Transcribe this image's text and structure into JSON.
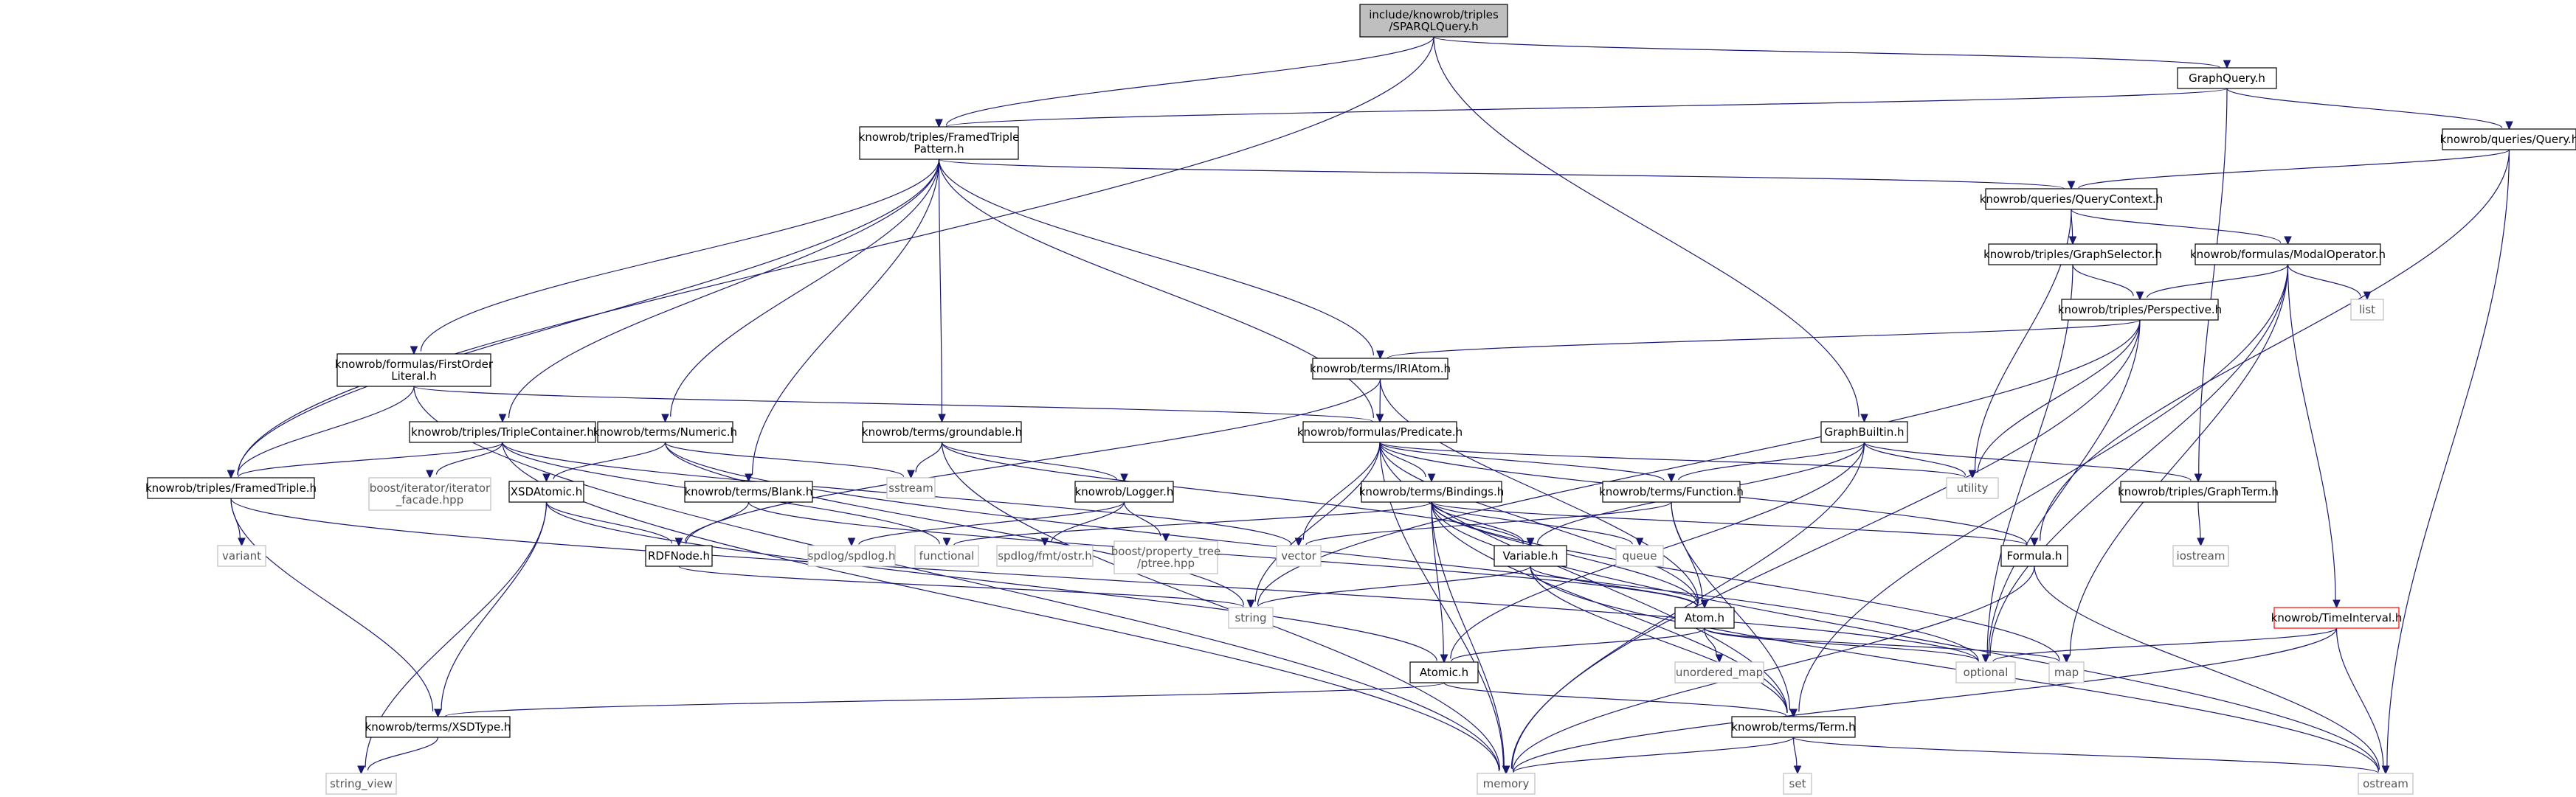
{
  "colors": {
    "edge": "#191970",
    "node_border": "#000000",
    "external_border": "#bfbfbf",
    "root_fill": "#bfbfbf",
    "alert_border": "#ff0000",
    "text": "#000000",
    "external_text": "#555555"
  },
  "nodes": [
    {
      "id": "root",
      "lines": [
        "include/knowrob/triples",
        "/SPARQLQuery.h"
      ],
      "kind": "root"
    },
    {
      "id": "graphquery",
      "lines": [
        "GraphQuery.h"
      ],
      "kind": "doc"
    },
    {
      "id": "framedtriplepattern",
      "lines": [
        "knowrob/triples/FramedTriple",
        "Pattern.h"
      ],
      "kind": "doc"
    },
    {
      "id": "query",
      "lines": [
        "knowrob/queries/Query.h"
      ],
      "kind": "doc"
    },
    {
      "id": "querycontext",
      "lines": [
        "knowrob/queries/QueryContext.h"
      ],
      "kind": "doc"
    },
    {
      "id": "graphselector",
      "lines": [
        "knowrob/triples/GraphSelector.h"
      ],
      "kind": "doc"
    },
    {
      "id": "modaloperator",
      "lines": [
        "knowrob/formulas/ModalOperator.h"
      ],
      "kind": "doc"
    },
    {
      "id": "list",
      "lines": [
        "list"
      ],
      "kind": "external"
    },
    {
      "id": "perspective",
      "lines": [
        "knowrob/triples/Perspective.h"
      ],
      "kind": "doc"
    },
    {
      "id": "iriatom",
      "lines": [
        "knowrob/terms/IRIAtom.h"
      ],
      "kind": "doc"
    },
    {
      "id": "firstorderliteral",
      "lines": [
        "knowrob/formulas/FirstOrder",
        "Literal.h"
      ],
      "kind": "doc"
    },
    {
      "id": "triplecontainer",
      "lines": [
        "knowrob/triples/TripleContainer.h"
      ],
      "kind": "doc"
    },
    {
      "id": "numeric",
      "lines": [
        "knowrob/terms/Numeric.h"
      ],
      "kind": "doc"
    },
    {
      "id": "groundable",
      "lines": [
        "knowrob/terms/groundable.h"
      ],
      "kind": "doc"
    },
    {
      "id": "predicate",
      "lines": [
        "knowrob/formulas/Predicate.h"
      ],
      "kind": "doc"
    },
    {
      "id": "graphbuiltin",
      "lines": [
        "GraphBuiltin.h"
      ],
      "kind": "doc"
    },
    {
      "id": "framedtriple",
      "lines": [
        "knowrob/triples/FramedTriple.h"
      ],
      "kind": "doc"
    },
    {
      "id": "iterfacade",
      "lines": [
        "boost/iterator/iterator",
        "_facade.hpp"
      ],
      "kind": "external"
    },
    {
      "id": "xsdatomic",
      "lines": [
        "XSDAtomic.h"
      ],
      "kind": "doc"
    },
    {
      "id": "blank",
      "lines": [
        "knowrob/terms/Blank.h"
      ],
      "kind": "doc"
    },
    {
      "id": "sstream",
      "lines": [
        "sstream"
      ],
      "kind": "external"
    },
    {
      "id": "logger",
      "lines": [
        "knowrob/Logger.h"
      ],
      "kind": "doc"
    },
    {
      "id": "bindings",
      "lines": [
        "knowrob/terms/Bindings.h"
      ],
      "kind": "doc"
    },
    {
      "id": "function",
      "lines": [
        "knowrob/terms/Function.h"
      ],
      "kind": "doc"
    },
    {
      "id": "utility",
      "lines": [
        "utility"
      ],
      "kind": "external"
    },
    {
      "id": "graphterm",
      "lines": [
        "knowrob/triples/GraphTerm.h"
      ],
      "kind": "doc"
    },
    {
      "id": "variant",
      "lines": [
        "variant"
      ],
      "kind": "external"
    },
    {
      "id": "rdfnode",
      "lines": [
        "RDFNode.h"
      ],
      "kind": "doc"
    },
    {
      "id": "functional",
      "lines": [
        "functional"
      ],
      "kind": "external"
    },
    {
      "id": "spdlog",
      "lines": [
        "spdlog/spdlog.h"
      ],
      "kind": "external"
    },
    {
      "id": "fmtostr",
      "lines": [
        "spdlog/fmt/ostr.h"
      ],
      "kind": "external"
    },
    {
      "id": "ptree",
      "lines": [
        "boost/property_tree",
        "/ptree.hpp"
      ],
      "kind": "external"
    },
    {
      "id": "vector",
      "lines": [
        "vector"
      ],
      "kind": "external"
    },
    {
      "id": "variable",
      "lines": [
        "Variable.h"
      ],
      "kind": "doc"
    },
    {
      "id": "queue",
      "lines": [
        "queue"
      ],
      "kind": "external"
    },
    {
      "id": "formula",
      "lines": [
        "Formula.h"
      ],
      "kind": "doc"
    },
    {
      "id": "iostream",
      "lines": [
        "iostream"
      ],
      "kind": "external"
    },
    {
      "id": "string",
      "lines": [
        "string"
      ],
      "kind": "external"
    },
    {
      "id": "atom",
      "lines": [
        "Atom.h"
      ],
      "kind": "doc"
    },
    {
      "id": "timeinterval",
      "lines": [
        "knowrob/TimeInterval.h"
      ],
      "kind": "alert"
    },
    {
      "id": "unorderedmap",
      "lines": [
        "unordered_map"
      ],
      "kind": "external"
    },
    {
      "id": "optional",
      "lines": [
        "optional"
      ],
      "kind": "external"
    },
    {
      "id": "map",
      "lines": [
        "map"
      ],
      "kind": "external"
    },
    {
      "id": "atomic",
      "lines": [
        "Atomic.h"
      ],
      "kind": "doc"
    },
    {
      "id": "xsdtype",
      "lines": [
        "knowrob/terms/XSDType.h"
      ],
      "kind": "doc"
    },
    {
      "id": "term",
      "lines": [
        "knowrob/terms/Term.h"
      ],
      "kind": "doc"
    },
    {
      "id": "stringview",
      "lines": [
        "string_view"
      ],
      "kind": "external"
    },
    {
      "id": "memory",
      "lines": [
        "memory"
      ],
      "kind": "external"
    },
    {
      "id": "set",
      "lines": [
        "set"
      ],
      "kind": "external"
    },
    {
      "id": "ostream",
      "lines": [
        "ostream"
      ],
      "kind": "external"
    }
  ],
  "edges": [
    [
      "root",
      "graphquery"
    ],
    [
      "root",
      "framedtriplepattern"
    ],
    [
      "root",
      "framedtriple"
    ],
    [
      "root",
      "graphbuiltin"
    ],
    [
      "graphquery",
      "framedtriplepattern"
    ],
    [
      "graphquery",
      "query"
    ],
    [
      "graphquery",
      "graphterm"
    ],
    [
      "query",
      "querycontext"
    ],
    [
      "query",
      "formula"
    ],
    [
      "query",
      "ostream"
    ],
    [
      "framedtriplepattern",
      "querycontext"
    ],
    [
      "framedtriplepattern",
      "iriatom"
    ],
    [
      "framedtriplepattern",
      "predicate"
    ],
    [
      "framedtriplepattern",
      "firstorderliteral"
    ],
    [
      "framedtriplepattern",
      "triplecontainer"
    ],
    [
      "framedtriplepattern",
      "numeric"
    ],
    [
      "framedtriplepattern",
      "blank"
    ],
    [
      "framedtriplepattern",
      "groundable"
    ],
    [
      "framedtriplepattern",
      "framedtriple"
    ],
    [
      "querycontext",
      "graphselector"
    ],
    [
      "querycontext",
      "modaloperator"
    ],
    [
      "querycontext",
      "utility"
    ],
    [
      "graphselector",
      "perspective"
    ],
    [
      "graphselector",
      "optional"
    ],
    [
      "modaloperator",
      "perspective"
    ],
    [
      "modaloperator",
      "list"
    ],
    [
      "modaloperator",
      "timeinterval"
    ],
    [
      "modaloperator",
      "optional"
    ],
    [
      "modaloperator",
      "map"
    ],
    [
      "modaloperator",
      "term"
    ],
    [
      "perspective",
      "iriatom"
    ],
    [
      "perspective",
      "utility"
    ],
    [
      "perspective",
      "string"
    ],
    [
      "perspective",
      "memory"
    ],
    [
      "perspective",
      "optional"
    ],
    [
      "iriatom",
      "predicate"
    ],
    [
      "iriatom",
      "atom"
    ],
    [
      "iriatom",
      "rdfnode"
    ],
    [
      "firstorderliteral",
      "predicate"
    ],
    [
      "firstorderliteral",
      "framedtriple"
    ],
    [
      "firstorderliteral",
      "memory"
    ],
    [
      "triplecontainer",
      "framedtriple"
    ],
    [
      "triplecontainer",
      "iterfacade"
    ],
    [
      "triplecontainer",
      "functional"
    ],
    [
      "triplecontainer",
      "memory"
    ],
    [
      "triplecontainer",
      "vector"
    ],
    [
      "numeric",
      "xsdatomic"
    ],
    [
      "numeric",
      "sstream"
    ],
    [
      "numeric",
      "string"
    ],
    [
      "numeric",
      "optional"
    ],
    [
      "groundable",
      "sstream"
    ],
    [
      "groundable",
      "logger"
    ],
    [
      "groundable",
      "variable"
    ],
    [
      "groundable",
      "memory"
    ],
    [
      "predicate",
      "bindings"
    ],
    [
      "predicate",
      "function"
    ],
    [
      "predicate",
      "formula"
    ],
    [
      "predicate",
      "atom"
    ],
    [
      "predicate",
      "term"
    ],
    [
      "predicate",
      "vector"
    ],
    [
      "predicate",
      "string"
    ],
    [
      "predicate",
      "memory"
    ],
    [
      "predicate",
      "utility"
    ],
    [
      "graphbuiltin",
      "function"
    ],
    [
      "graphbuiltin",
      "variable"
    ],
    [
      "graphbuiltin",
      "graphterm"
    ],
    [
      "graphbuiltin",
      "utility"
    ],
    [
      "graphbuiltin",
      "atomic"
    ],
    [
      "graphbuiltin",
      "memory"
    ],
    [
      "framedtriple",
      "variant"
    ],
    [
      "framedtriple",
      "xsdtype"
    ],
    [
      "framedtriple",
      "optional"
    ],
    [
      "xsdatomic",
      "rdfnode"
    ],
    [
      "xsdatomic",
      "xsdtype"
    ],
    [
      "xsdatomic",
      "atomic"
    ],
    [
      "xsdatomic",
      "stringview"
    ],
    [
      "blank",
      "rdfnode"
    ],
    [
      "blank",
      "atom"
    ],
    [
      "logger",
      "spdlog"
    ],
    [
      "logger",
      "fmtostr"
    ],
    [
      "logger",
      "ptree"
    ],
    [
      "bindings",
      "variable"
    ],
    [
      "bindings",
      "functional"
    ],
    [
      "bindings",
      "formula"
    ],
    [
      "bindings",
      "queue"
    ],
    [
      "bindings",
      "atomic"
    ],
    [
      "bindings",
      "term"
    ],
    [
      "bindings",
      "memory"
    ],
    [
      "bindings",
      "map"
    ],
    [
      "bindings",
      "atom"
    ],
    [
      "bindings",
      "ostream"
    ],
    [
      "function",
      "atom"
    ],
    [
      "function",
      "term"
    ],
    [
      "function",
      "vector"
    ],
    [
      "graphterm",
      "iostream"
    ],
    [
      "rdfnode",
      "string"
    ],
    [
      "variable",
      "atom"
    ],
    [
      "variable",
      "term"
    ],
    [
      "variable",
      "string"
    ],
    [
      "variable",
      "ostream"
    ],
    [
      "formula",
      "memory"
    ],
    [
      "formula",
      "ostream"
    ],
    [
      "atom",
      "atomic"
    ],
    [
      "atom",
      "unorderedmap"
    ],
    [
      "atom",
      "optional"
    ],
    [
      "atom",
      "map"
    ],
    [
      "timeinterval",
      "optional"
    ],
    [
      "timeinterval",
      "ostream"
    ],
    [
      "timeinterval",
      "memory"
    ],
    [
      "atomic",
      "term"
    ],
    [
      "atomic",
      "xsdtype"
    ],
    [
      "xsdtype",
      "stringview"
    ],
    [
      "term",
      "memory"
    ],
    [
      "term",
      "set"
    ],
    [
      "term",
      "ostream"
    ]
  ]
}
